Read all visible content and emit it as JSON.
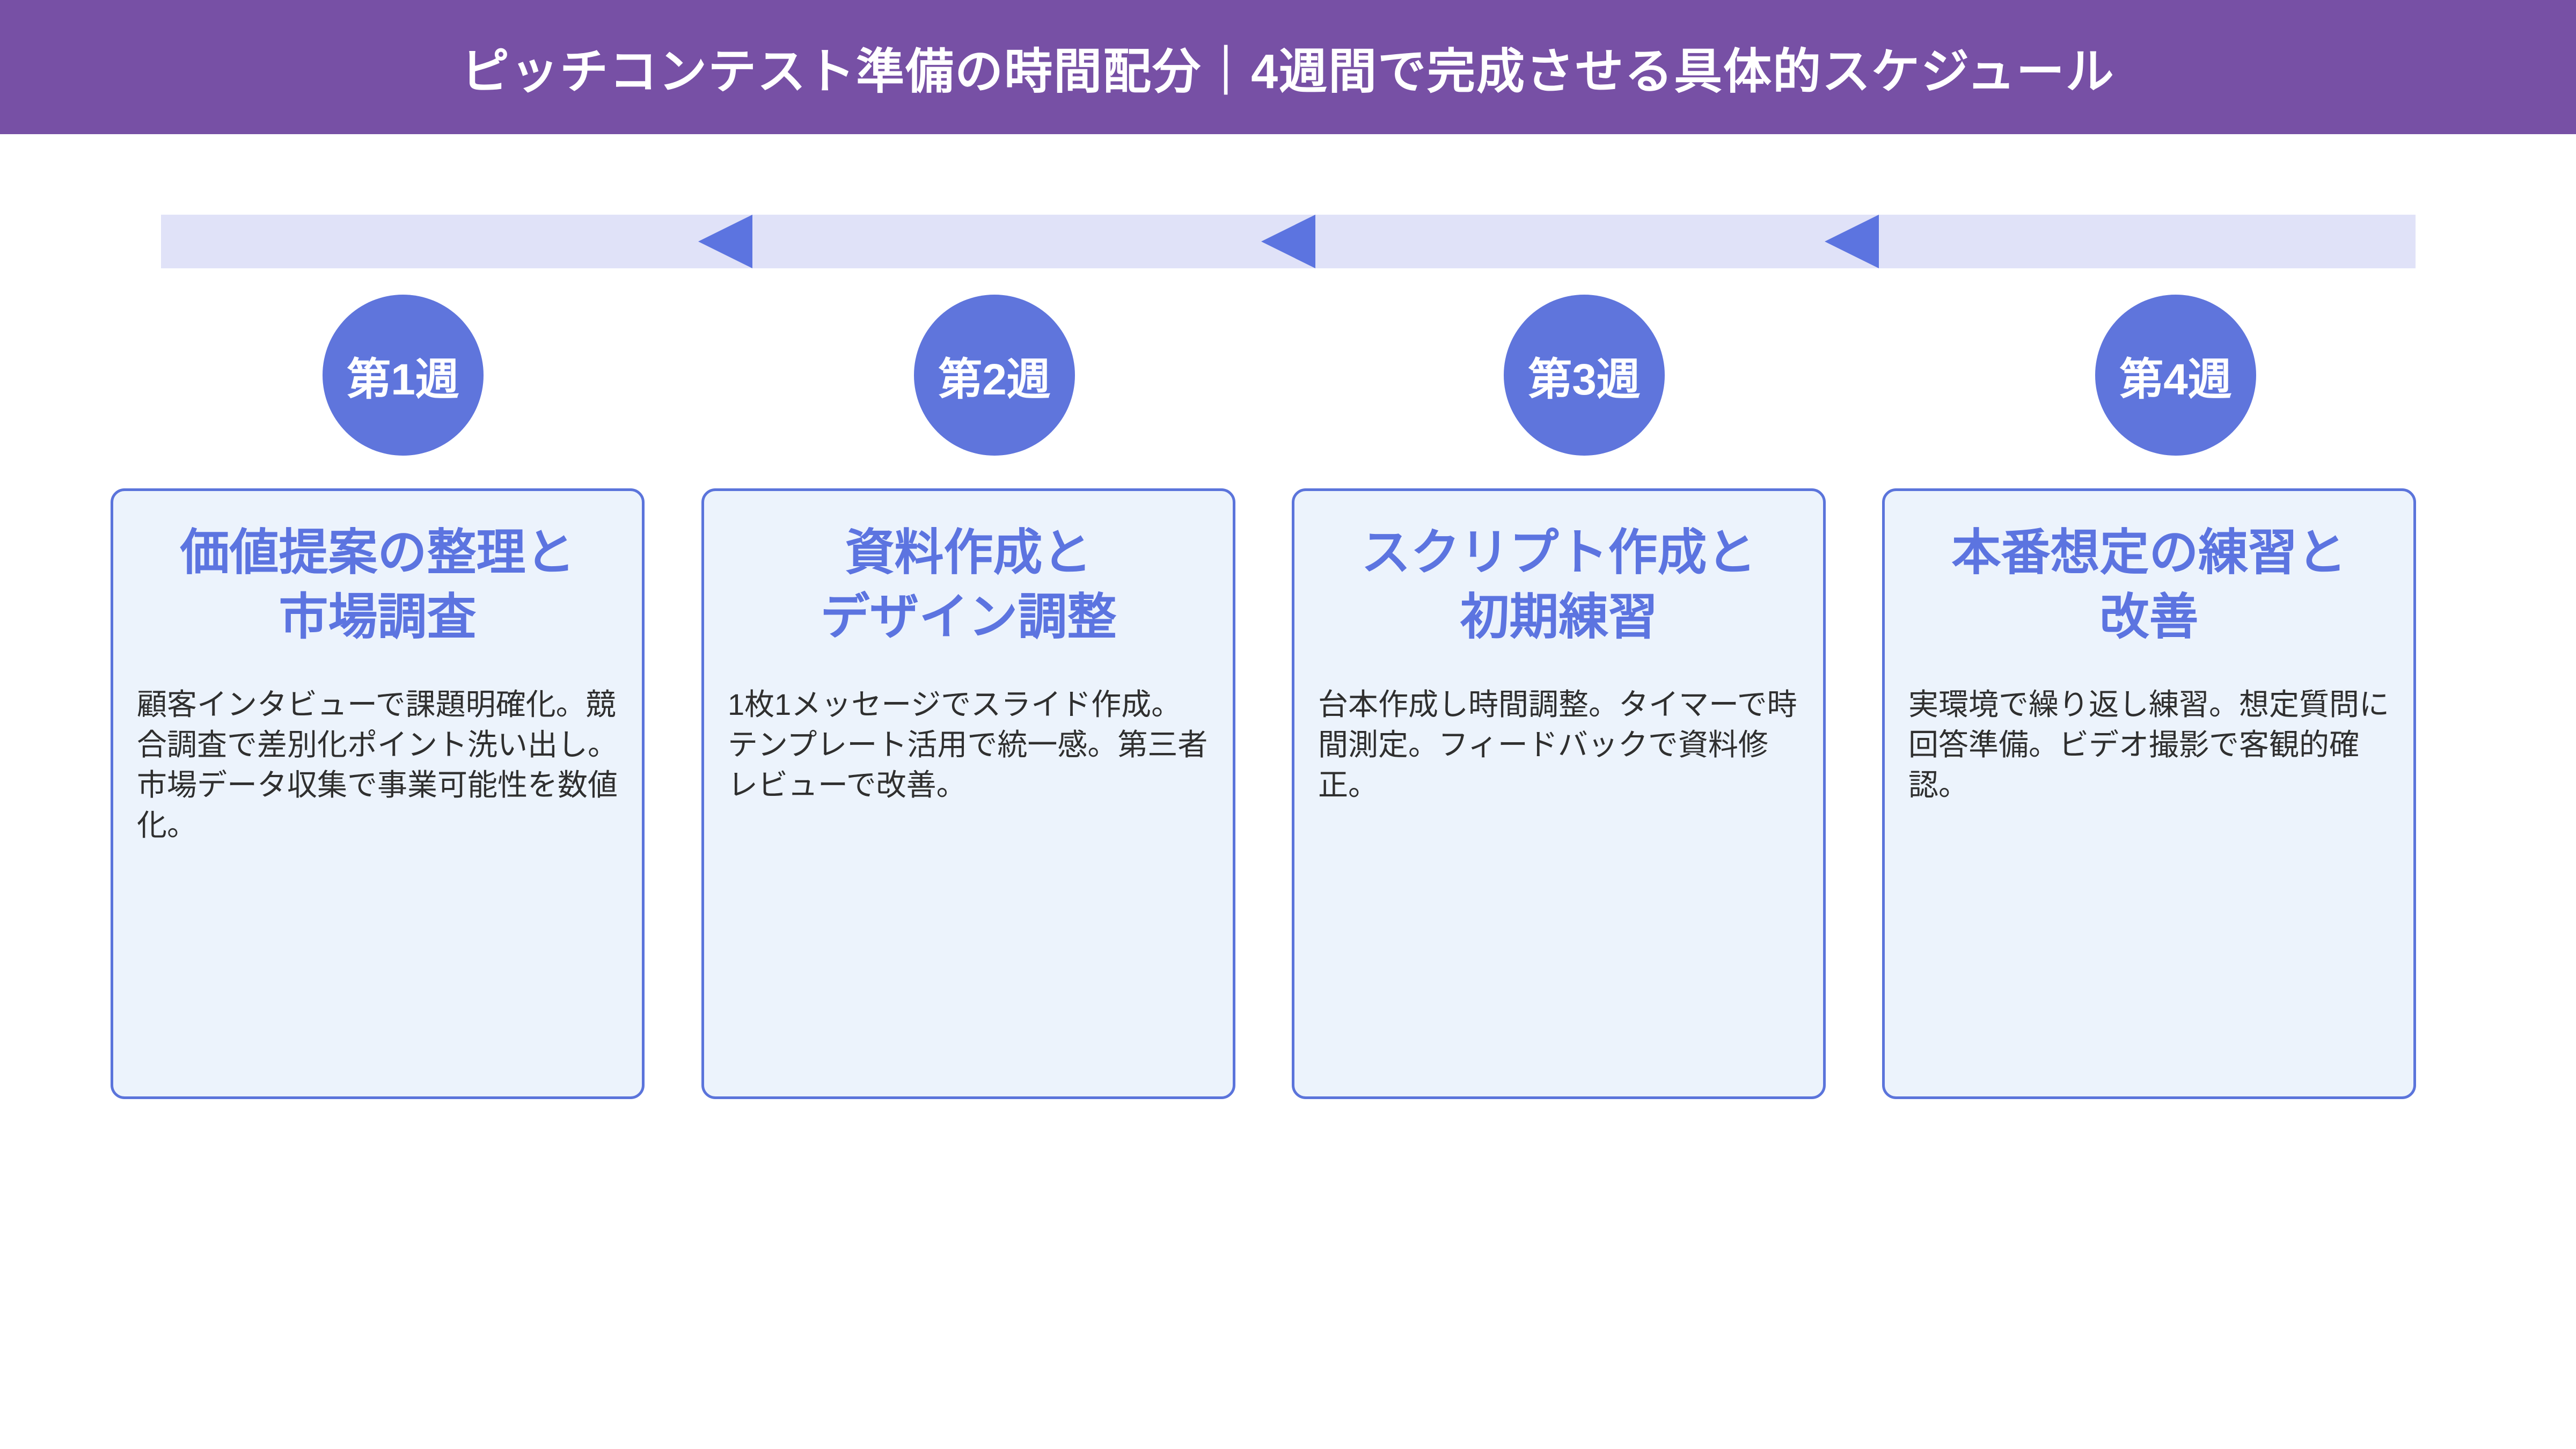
{
  "page": {
    "title": "ピッチコンテスト準備の時間配分｜4週間で完成させる具体的スケジュール"
  },
  "timeline": {
    "direction_icons": [
      "left-arrow-icon",
      "left-arrow-icon",
      "left-arrow-icon"
    ]
  },
  "weeks": [
    {
      "badge": "第1週",
      "title": "価値提案の整理と\n市場調査",
      "body": "顧客インタビューで課題明確化。競合調査で差別化ポイント洗い出し。市場データ収集で事業可能性を数値化。"
    },
    {
      "badge": "第2週",
      "title": "資料作成と\nデザイン調整",
      "body": "1枚1メッセージでスライド作成。テンプレート活用で統一感。第三者レビューで改善。"
    },
    {
      "badge": "第3週",
      "title": "スクリプト作成と\n初期練習",
      "body": "台本作成し時間調整。タイマーで時間測定。フィードバックで資料修正。"
    },
    {
      "badge": "第4週",
      "title": "本番想定の練習と\n改善",
      "body": "実環境で繰り返し練習。想定質問に回答準備。ビデオ撮影で客観的確認。"
    }
  ],
  "colors": {
    "header_bg": "#7750A5",
    "header_text": "#FFFFFF",
    "accent_blue": "#5C74E0",
    "circle_fill": "#5F75DC",
    "timeline_bar": "#E0E2F8",
    "card_bg": "#ECF3FC",
    "card_border": "#5B74DB",
    "card_title_text": "#5C74E0",
    "body_text": "#2F2F2F"
  }
}
